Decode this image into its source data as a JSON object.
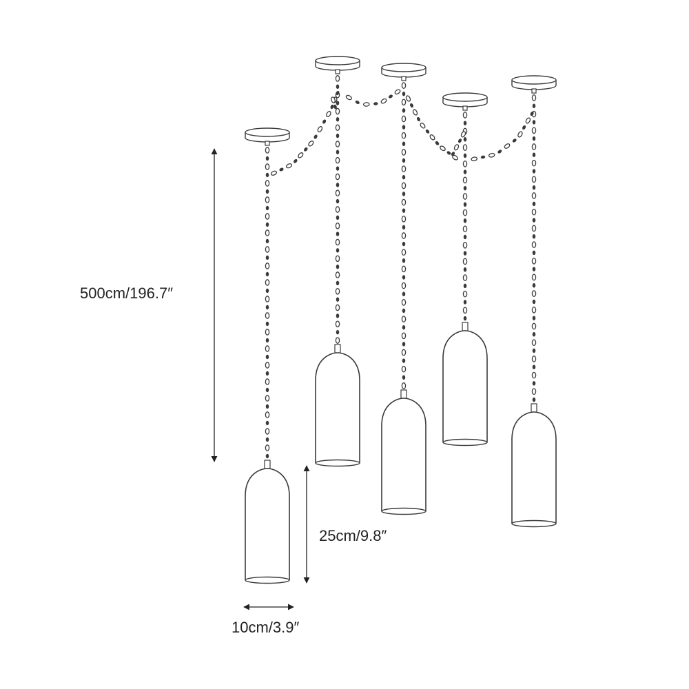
{
  "dimensions": {
    "height_total": "500cm/196.7″",
    "shade_height": "25cm/9.8″",
    "shade_width": "10cm/3.9″"
  },
  "colors": {
    "line": "#3a3a3a",
    "fill": "#ffffff",
    "text": "#222222"
  }
}
